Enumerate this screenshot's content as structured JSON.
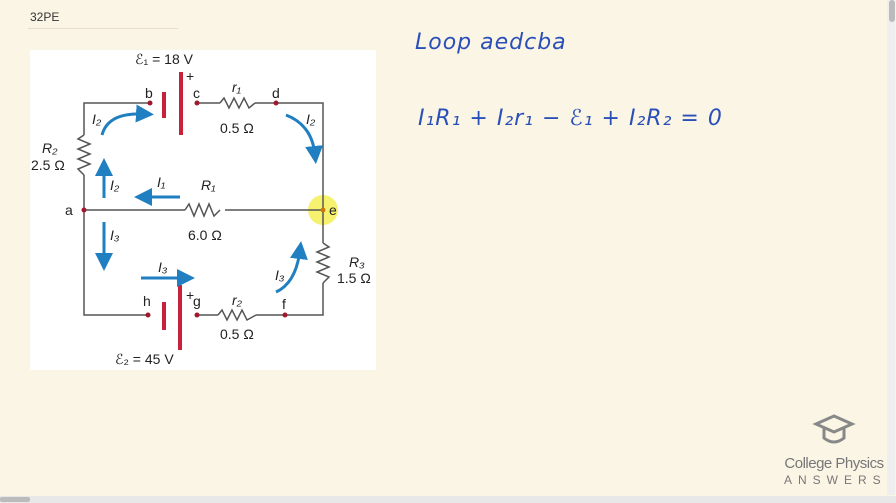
{
  "title": "32PE",
  "circuit": {
    "emf1": "ℰ₁ = 18 V",
    "emf2": "ℰ₂ = 45 V",
    "plus": "+",
    "nodes": {
      "a": "a",
      "b": "b",
      "c": "c",
      "d": "d",
      "e": "e",
      "f": "f",
      "g": "g",
      "h": "h"
    },
    "r1_label": "r₁",
    "r1_value": "0.5 Ω",
    "r2_label": "r₂",
    "r2_value": "0.5 Ω",
    "R1_label": "R₁",
    "R1_value": "6.0 Ω",
    "R2_label": "R₂",
    "R2_value": "2.5 Ω",
    "R3_label": "R₃",
    "R3_value": "1.5 Ω",
    "I1": "I₁",
    "I2": "I₂",
    "I3": "I₃"
  },
  "notes": {
    "loop": "Loop aedcba",
    "equation": "I₁R₁ + I₂r₁ − ℰ₁ + I₂R₂ = 0"
  },
  "logo": {
    "line1": "College Physics",
    "line2": "ANSWERS"
  },
  "colors": {
    "wire": "#555555",
    "battery": "#c8223a",
    "arrow": "#1f7fc0",
    "ink": "#2a4fb8",
    "highlight": "#f4ee55"
  }
}
